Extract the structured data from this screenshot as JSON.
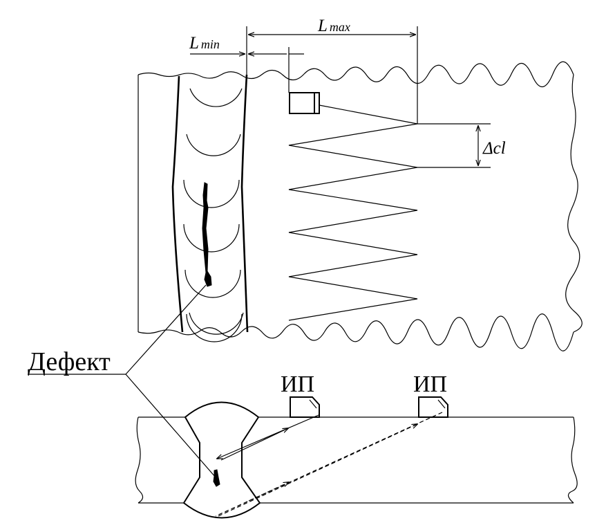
{
  "labels": {
    "l_min_main": "L",
    "l_min_sub": "min",
    "l_max_main": "L",
    "l_max_sub": "max",
    "delta_cl": "Δcl",
    "defect": "Дефект",
    "probe_1": "ИП",
    "probe_2": "ИП"
  },
  "colors": {
    "ink": "#000000",
    "background": "#ffffff"
  }
}
